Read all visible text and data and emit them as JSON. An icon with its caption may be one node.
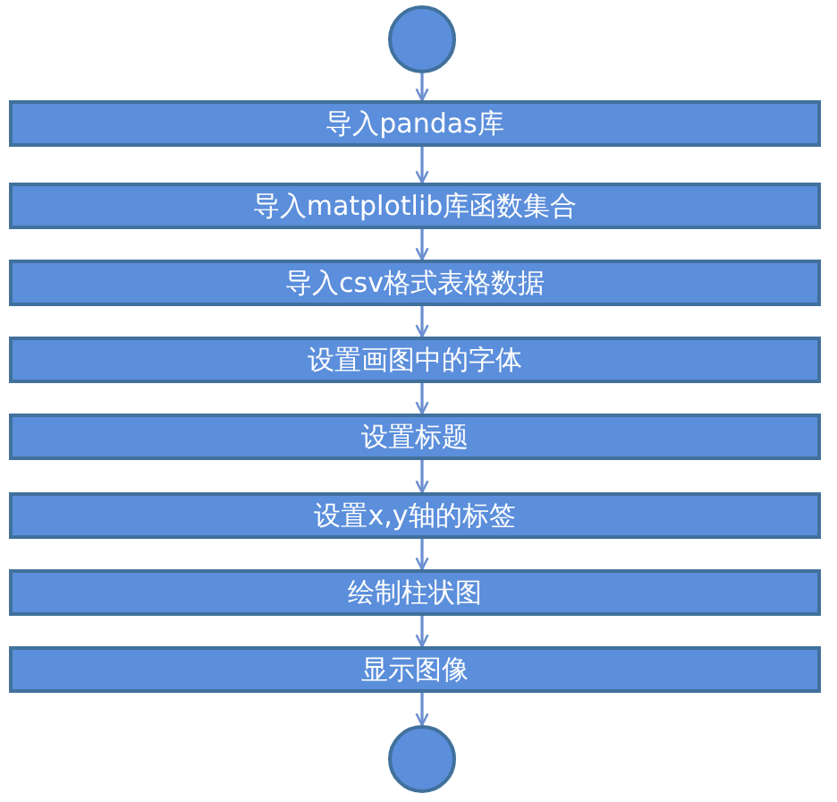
{
  "diagram": {
    "nodes": [
      {
        "text": [],
        "shape": "circle"
      },
      {
        "text": [
          "导入pandas库"
        ]
      },
      {
        "text": [
          "导入matplotlib库函数集合"
        ]
      },
      {
        "text": [
          "导入csv格式表格数据"
        ]
      },
      {
        "text": [
          "设置画图中的字体"
        ]
      },
      {
        "text": [
          "设置标题"
        ]
      },
      {
        "text": [
          "设置x,y轴的标签"
        ]
      },
      {
        "text": [
          "绘制柱状图"
        ]
      },
      {
        "text": [
          "显示图像"
        ]
      },
      {
        "text": [],
        "shape": "circle"
      }
    ],
    "edges": [
      {
        "from": 0,
        "to": 1,
        "arrow": "to"
      },
      {
        "from": 1,
        "to": 2,
        "arrow": "to"
      },
      {
        "from": 2,
        "to": 3,
        "arrow": "to"
      },
      {
        "from": 3,
        "to": 4,
        "arrow": "to"
      },
      {
        "from": 4,
        "to": 5,
        "arrow": "to"
      },
      {
        "from": 5,
        "to": 6,
        "arrow": "to"
      },
      {
        "from": 6,
        "to": 7,
        "arrow": "to"
      },
      {
        "from": 7,
        "to": 8,
        "arrow": "to"
      },
      {
        "from": 8,
        "to": 9,
        "arrow": "to"
      }
    ]
  }
}
